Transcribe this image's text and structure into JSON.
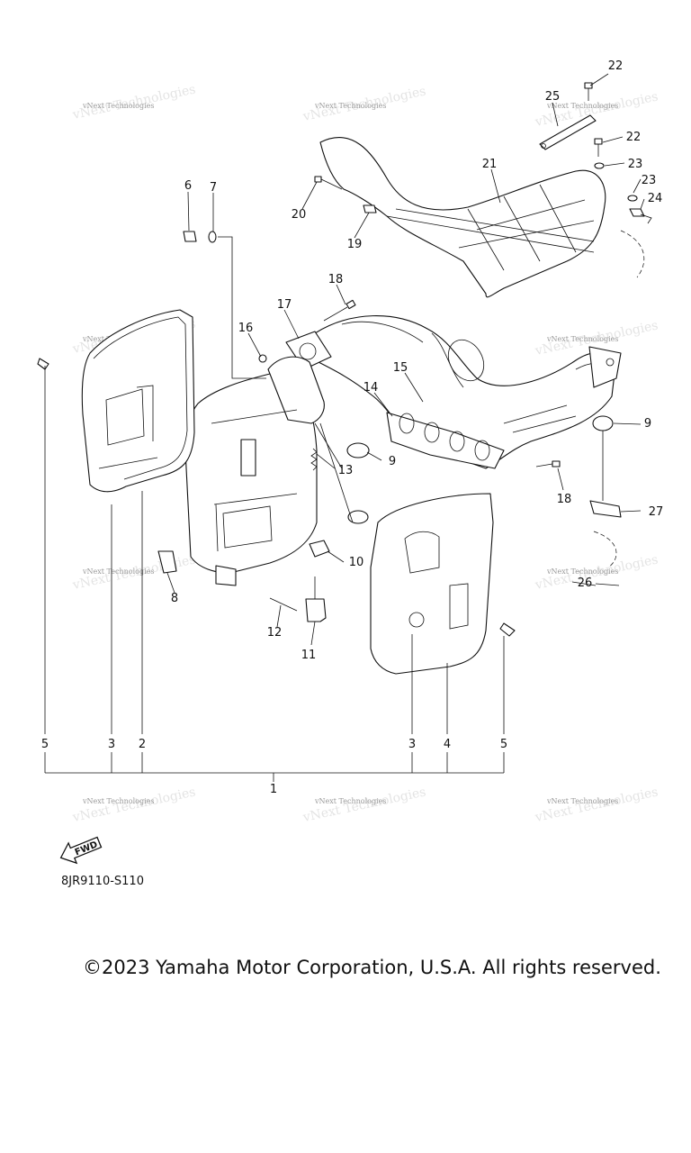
{
  "diagram_code": "8JR9110-S110",
  "copyright": "©2023 Yamaha Motor Corporation, U.S.A. All rights reserved.",
  "fwd_label": "FWD",
  "watermark": "vNext Technologies",
  "callouts": {
    "n1": "1",
    "n2": "2",
    "n3a": "3",
    "n3b": "3",
    "n4": "4",
    "n5a": "5",
    "n5b": "5",
    "n6": "6",
    "n7": "7",
    "n8": "8",
    "n9a": "9",
    "n9b": "9",
    "n10": "10",
    "n11": "11",
    "n12": "12",
    "n13": "13",
    "n14": "14",
    "n15": "15",
    "n16": "16",
    "n17": "17",
    "n18a": "18",
    "n18b": "18",
    "n19": "19",
    "n20": "20",
    "n21": "21",
    "n22a": "22",
    "n22b": "22",
    "n23a": "23",
    "n23b": "23",
    "n24": "24",
    "n25": "25",
    "n26": "26",
    "n27": "27"
  }
}
